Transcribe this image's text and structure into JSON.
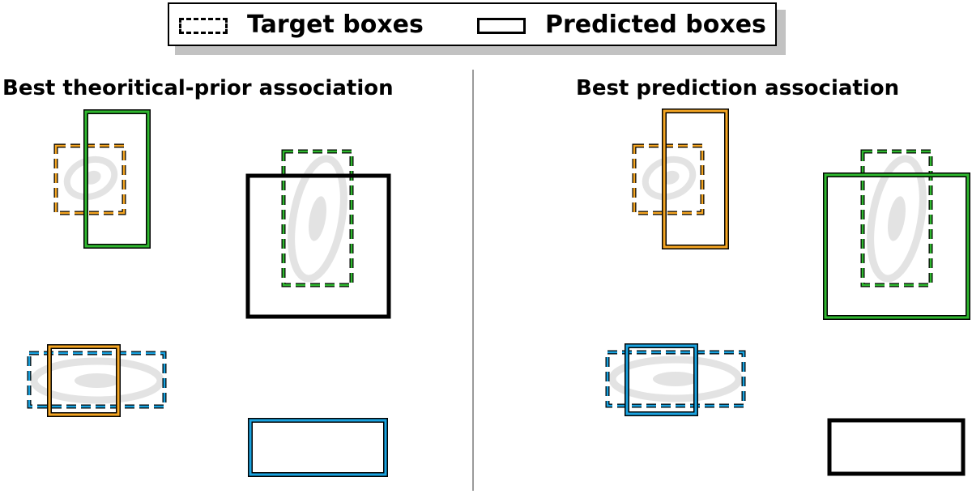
{
  "legend": {
    "target_label": "Target boxes",
    "predicted_label": "Predicted boxes"
  },
  "panels": [
    {
      "title": "Best theoritical-prior association"
    },
    {
      "title": "Best prediction association"
    }
  ],
  "colors": {
    "orange": "#f5a623",
    "green": "#2fb82f",
    "blue": "#1aa3e0",
    "black": "#000000",
    "galaxy": "#e3e3e3",
    "divider": "#9a9a9a"
  }
}
